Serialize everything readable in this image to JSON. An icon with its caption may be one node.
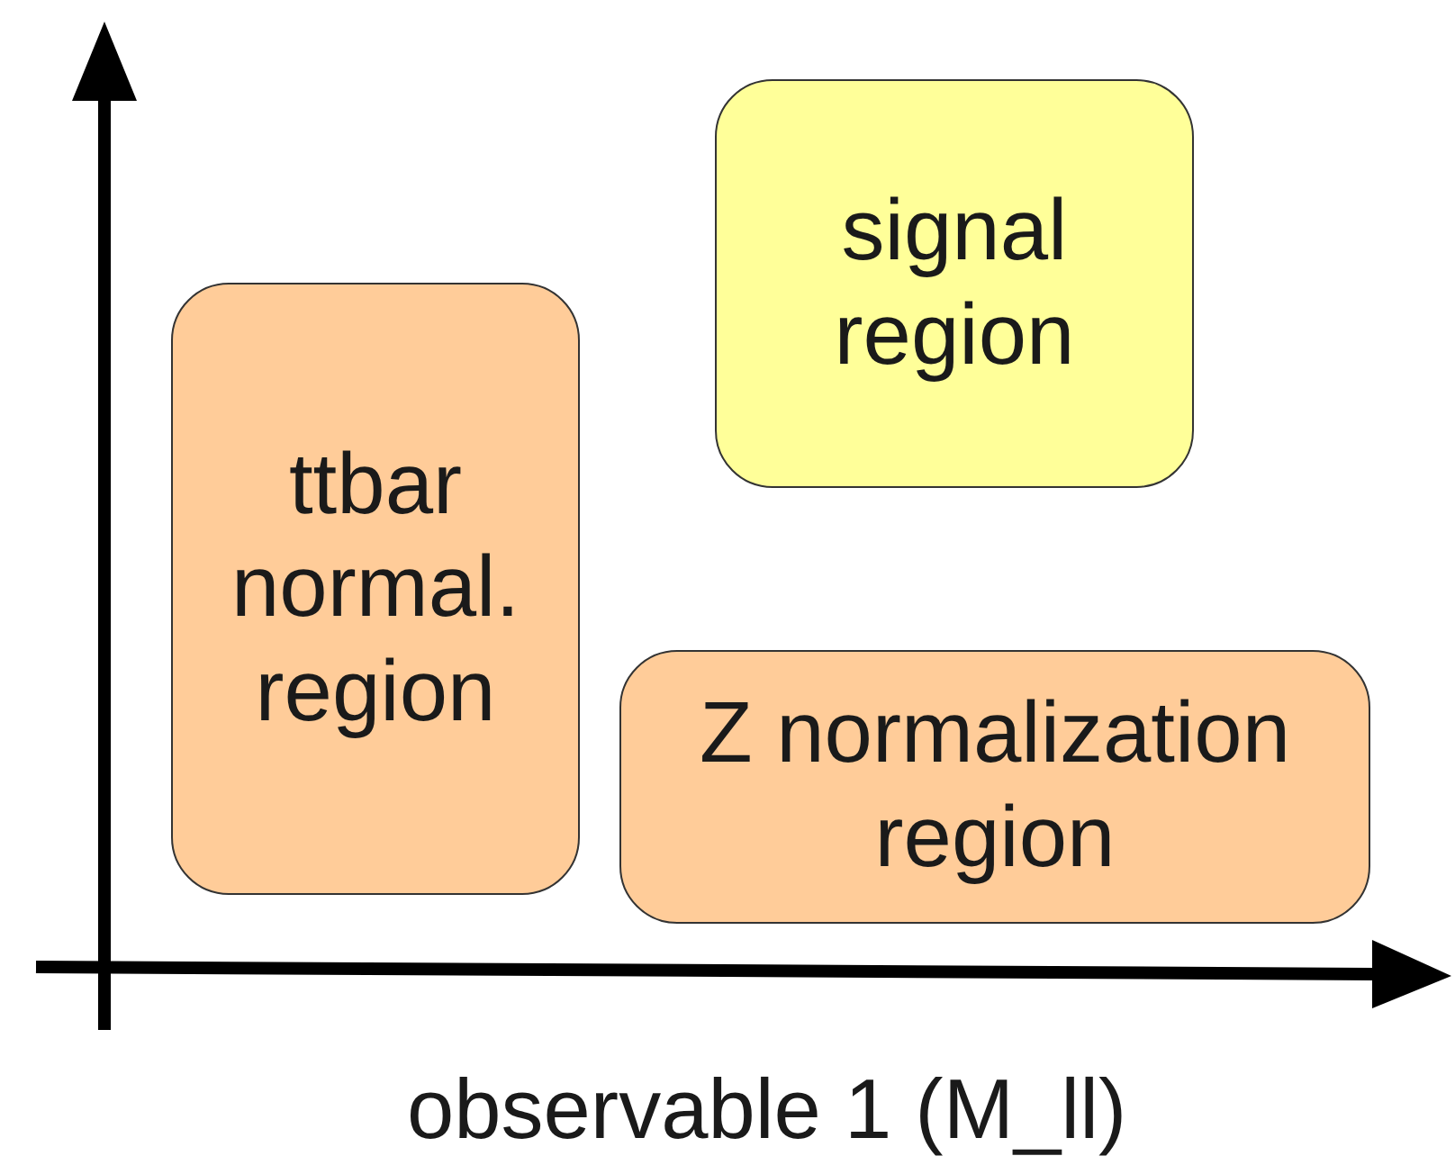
{
  "diagram": {
    "nodes": [
      {
        "text": [
          "signal region"
        ]
      },
      {
        "text": [
          "ttbar normal. region"
        ]
      },
      {
        "text": [
          "Z normalization region"
        ]
      }
    ],
    "labels": [
      "observable 1 (M_ll)"
    ]
  }
}
